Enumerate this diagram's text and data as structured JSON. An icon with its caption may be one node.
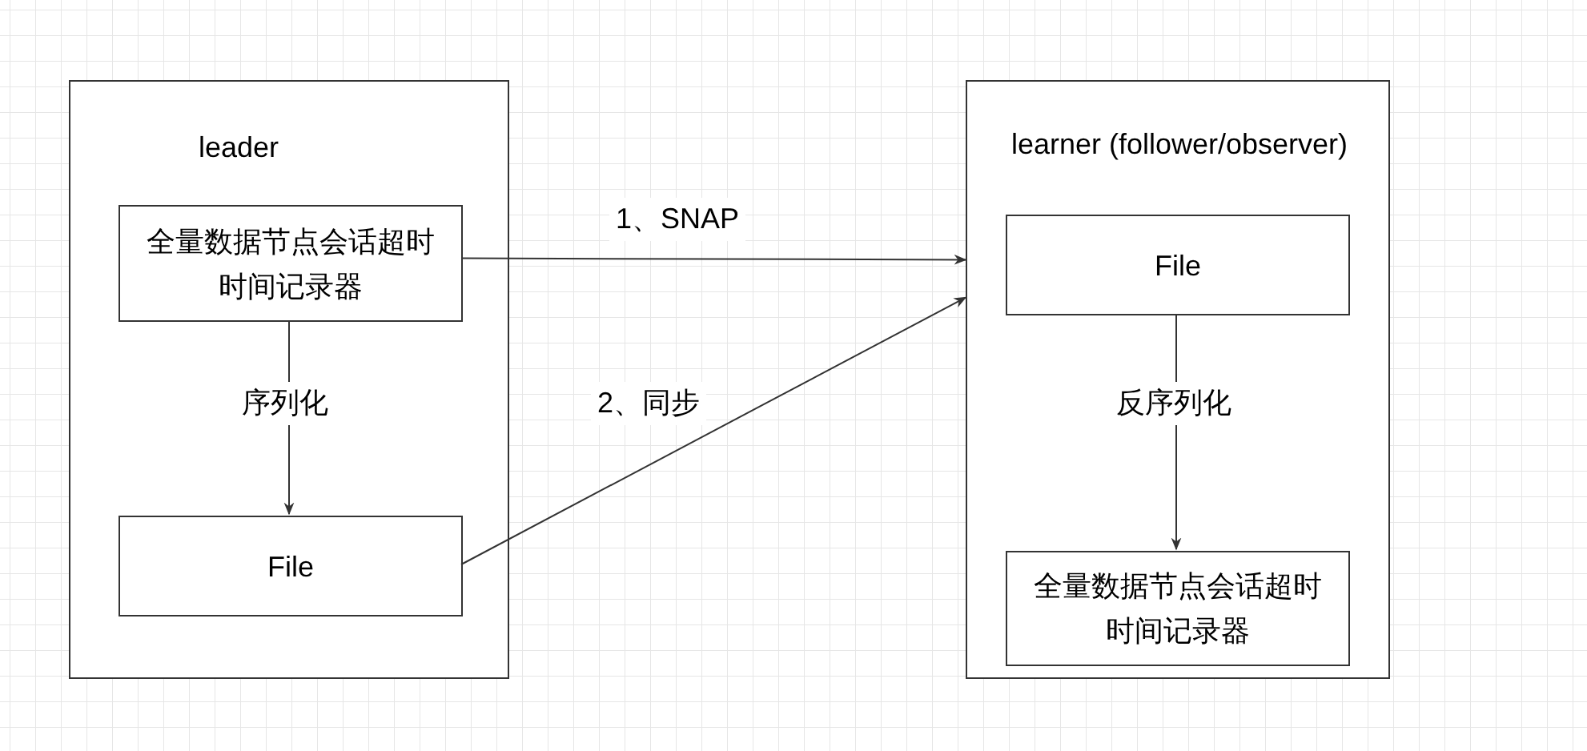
{
  "diagram": {
    "nodes": [
      {
        "text": [
          "leader"
        ]
      },
      {
        "text": [
          "全量数据节点会话超时时间记录器"
        ],
        "in": 0
      },
      {
        "text": [
          "File"
        ],
        "in": 0
      },
      {
        "text": [
          "learner (follower/observer)"
        ]
      },
      {
        "text": [
          "File"
        ],
        "in": 3
      },
      {
        "text": [
          "全量数据节点会话超时时间记录器"
        ],
        "in": 3
      }
    ],
    "edges": [
      {
        "from": 1,
        "to": 2,
        "arrow": "to",
        "label": "序列化"
      },
      {
        "from": 1,
        "to": 3,
        "arrow": "to",
        "label": "1、SNAP"
      },
      {
        "from": 2,
        "to": 3,
        "arrow": "to",
        "label": "2、同步"
      },
      {
        "from": 4,
        "to": 5,
        "arrow": "to",
        "label": "反序列化"
      }
    ]
  }
}
